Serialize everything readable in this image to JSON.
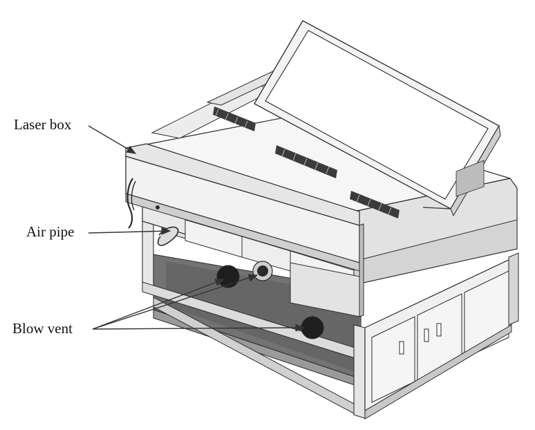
{
  "labels": {
    "laser_box": "Laser box",
    "air_pipe": "Air pipe",
    "blow_vent": "Blow vent"
  },
  "colors": {
    "outline": "#2a2a2a",
    "panel_light": "#f0f0f0",
    "panel_mid": "#d9d9d9",
    "panel_dark": "#a8a8a8",
    "cavity": "#6f6f6f",
    "vent_dark": "#1e1e1e",
    "arrow": "#333333"
  }
}
